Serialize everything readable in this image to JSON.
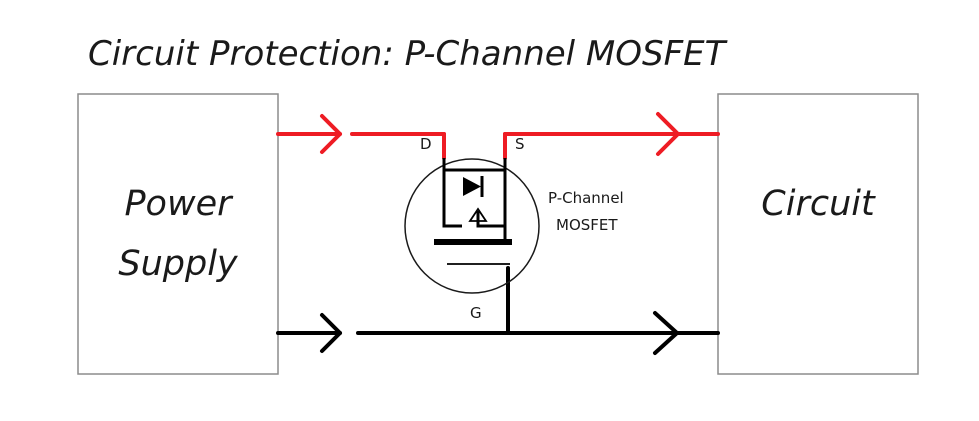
{
  "title": "Circuit Protection:  P-Channel MOSFET",
  "blocks": {
    "power_supply": {
      "line1": "Power",
      "line2": "Supply"
    },
    "circuit": {
      "label": "Circuit"
    }
  },
  "mosfet": {
    "label_line1": "P-Channel",
    "label_line2": "MOSFET",
    "drain": "D",
    "source": "S",
    "gate": "G"
  },
  "colors": {
    "positive_rail": "#ee1c24",
    "ground_rail": "#000000",
    "box_border": "#8c8c8c",
    "text": "#1a1a1a"
  }
}
